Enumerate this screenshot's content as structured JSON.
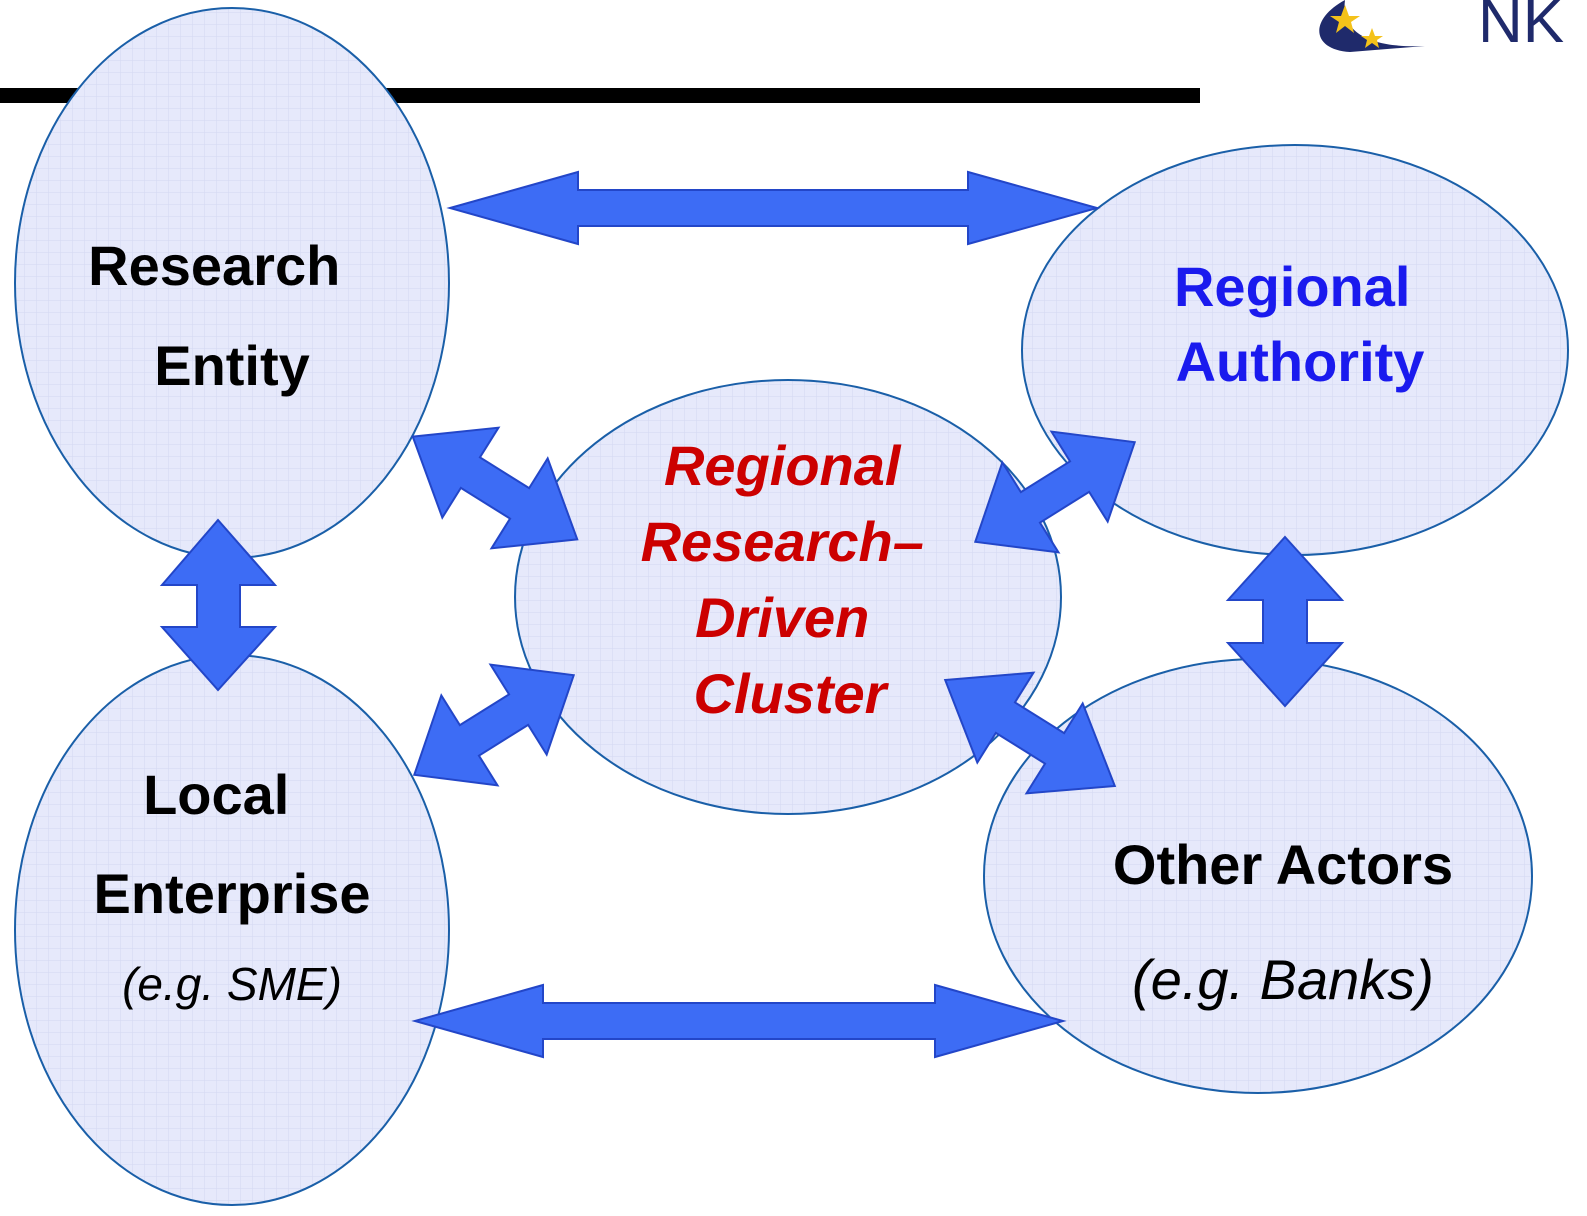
{
  "logo": {
    "text": "NK",
    "icon": "eu-stars-crescent-logo"
  },
  "nodes": {
    "research_entity": {
      "lines": [
        "Research",
        "Entity"
      ]
    },
    "regional_authority": {
      "lines": [
        "Regional",
        "Authority"
      ]
    },
    "cluster": {
      "lines": [
        "Regional",
        "Research–",
        "Driven",
        "Cluster"
      ]
    },
    "local_enterprise": {
      "lines": [
        "Local",
        "Enterprise"
      ],
      "note": "(e.g. SME)"
    },
    "other_actors": {
      "lines": [
        "Other Actors"
      ],
      "note": "(e.g. Banks)"
    }
  },
  "colors": {
    "node_fill": "#e6e9fb",
    "node_stroke": "#1a5fa8",
    "arrow_fill": "#3d6cf5",
    "arrow_stroke": "#2346c8",
    "cluster_text": "#cc0000",
    "authority_text": "#1a1aee",
    "default_text": "#000000"
  }
}
